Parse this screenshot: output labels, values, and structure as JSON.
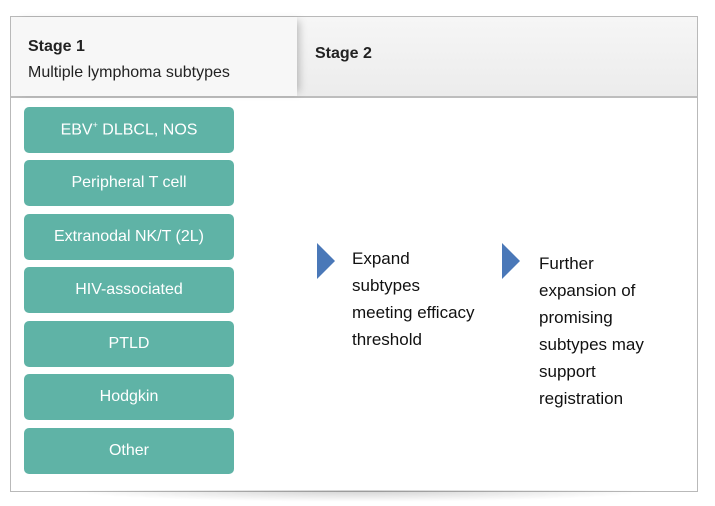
{
  "stage1": {
    "title": "Stage 1",
    "subtitle": "Multiple lymphoma subtypes",
    "subtypes": [
      {
        "label_main": "EBV",
        "label_sup": "+",
        "label_rest": " DLBCL, NOS"
      },
      {
        "label_main": "Peripheral T cell",
        "label_sup": "",
        "label_rest": ""
      },
      {
        "label_main": "Extranodal NK/T (2L)",
        "label_sup": "",
        "label_rest": ""
      },
      {
        "label_main": "HIV-associated",
        "label_sup": "",
        "label_rest": ""
      },
      {
        "label_main": "PTLD",
        "label_sup": "",
        "label_rest": ""
      },
      {
        "label_main": "Hodgkin",
        "label_sup": "",
        "label_rest": ""
      },
      {
        "label_main": "Other",
        "label_sup": "",
        "label_rest": ""
      }
    ]
  },
  "stage2": {
    "title": "Stage 2",
    "step1_lines": [
      "Expand",
      "subtypes",
      "meeting efficacy",
      "threshold"
    ],
    "step2_lines": [
      "Further",
      "expansion of",
      "promising",
      "subtypes may",
      "support",
      "registration"
    ]
  },
  "colors": {
    "box_fill": "#5fb3a6",
    "arrow_fill": "#4a78b8"
  }
}
